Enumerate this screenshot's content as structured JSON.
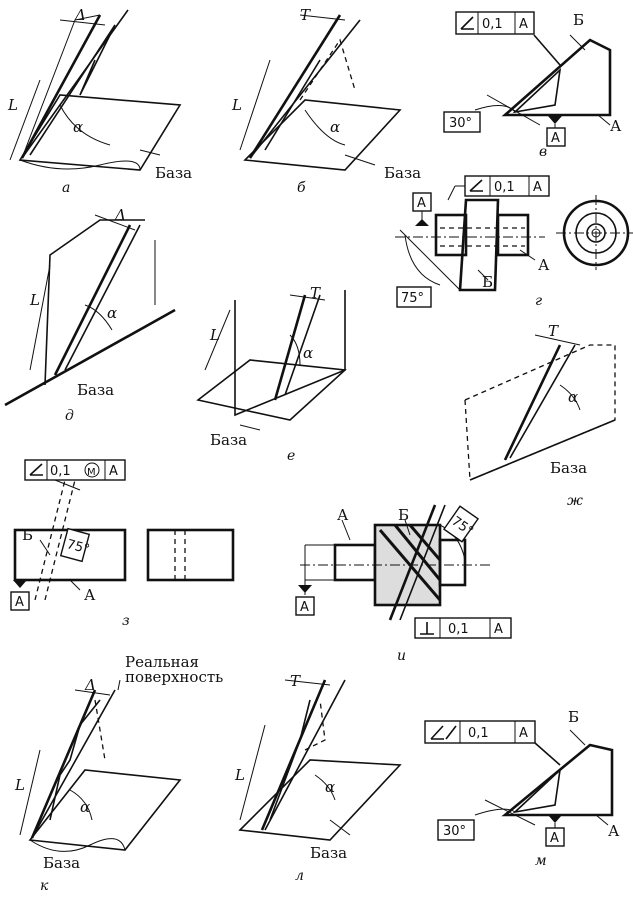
{
  "labels": {
    "base": "База",
    "real_surface_line1": "Реальная",
    "real_surface_line2": "поверхность",
    "datum_a": "А",
    "surface_b": "Б",
    "tol_value": "0,1",
    "modifier_m": "M",
    "angle_30": "30°",
    "angle_75": "75°"
  },
  "symbols": {
    "delta": "Δ",
    "t": "T",
    "length": "L",
    "alpha": "α"
  },
  "captions": {
    "a": "а",
    "b": "б",
    "v": "в",
    "g": "г",
    "d": "д",
    "e": "е",
    "zh": "ж",
    "z": "з",
    "i": "и",
    "k": "к",
    "l": "л",
    "m": "м"
  },
  "icons": {
    "angularity": "angularity-icon",
    "perpendicularity": "perpendicularity-icon",
    "datum": "datum-triangle-icon"
  }
}
